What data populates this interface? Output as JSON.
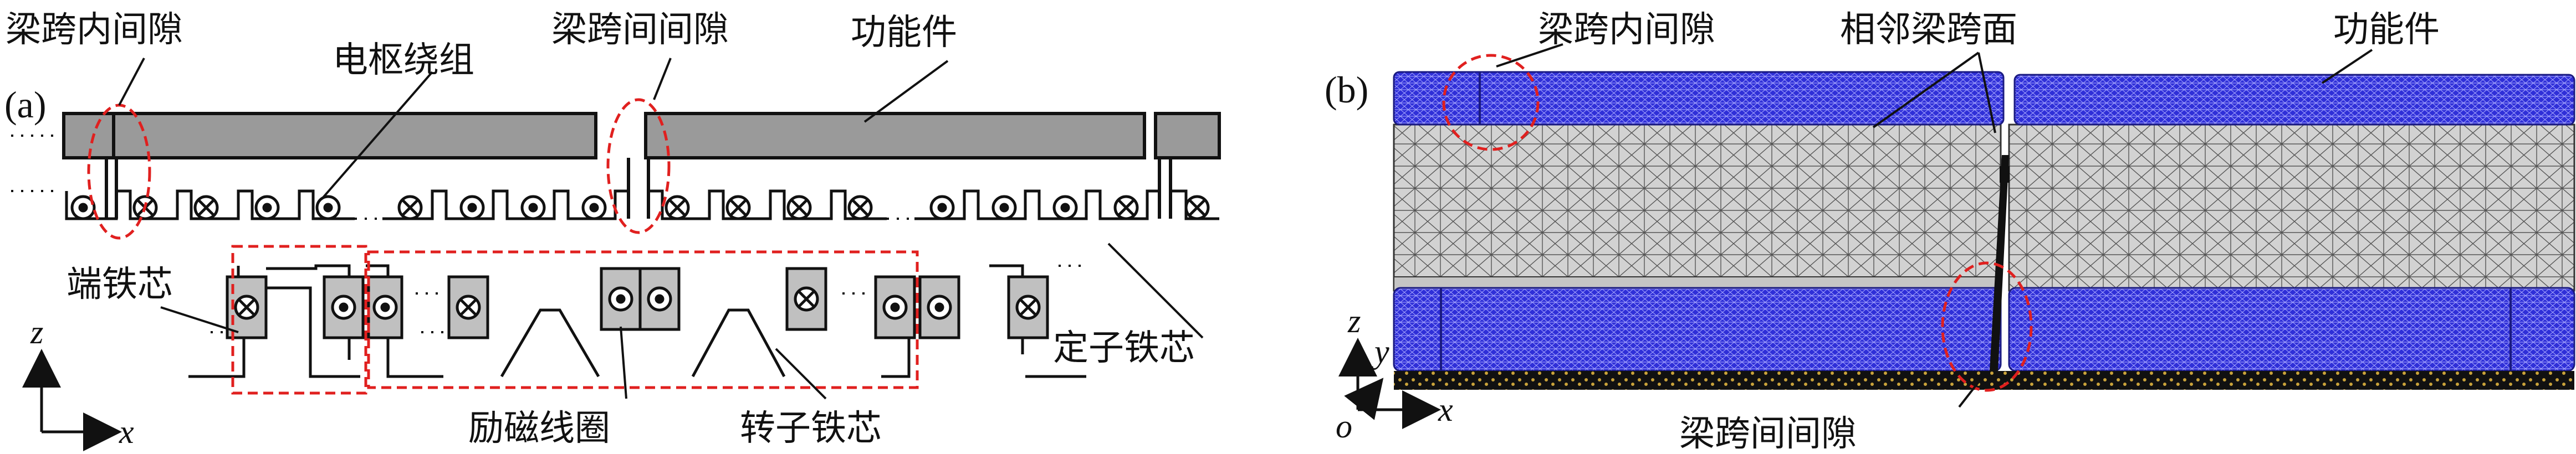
{
  "panel_a": {
    "tag": "(a)",
    "labels": {
      "gap_within_span": "梁跨内间隙",
      "gap_between_spans": "梁跨间间隙",
      "armature_winding": "电枢绕组",
      "functional_part": "功能件",
      "end_core": "端铁芯",
      "stator_core": "定子铁芯",
      "field_coil": "励磁线圈",
      "rotor_core": "转子铁芯"
    },
    "axes": {
      "vertical": "z",
      "horizontal": "x"
    }
  },
  "panel_b": {
    "tag": "(b)",
    "labels": {
      "gap_within_span": "梁跨内间隙",
      "adjacent_span_face": "相邻梁跨面",
      "functional_part": "功能件",
      "gap_between_spans": "梁跨间间隙"
    },
    "axes": {
      "vertical": "z",
      "depth": "y",
      "horizontal": "x",
      "origin": "o"
    }
  },
  "colors": {
    "mesh_blue": "#2b2bd6",
    "core_gray": "#c8c8c8",
    "annotation_red": "#e0201f"
  }
}
